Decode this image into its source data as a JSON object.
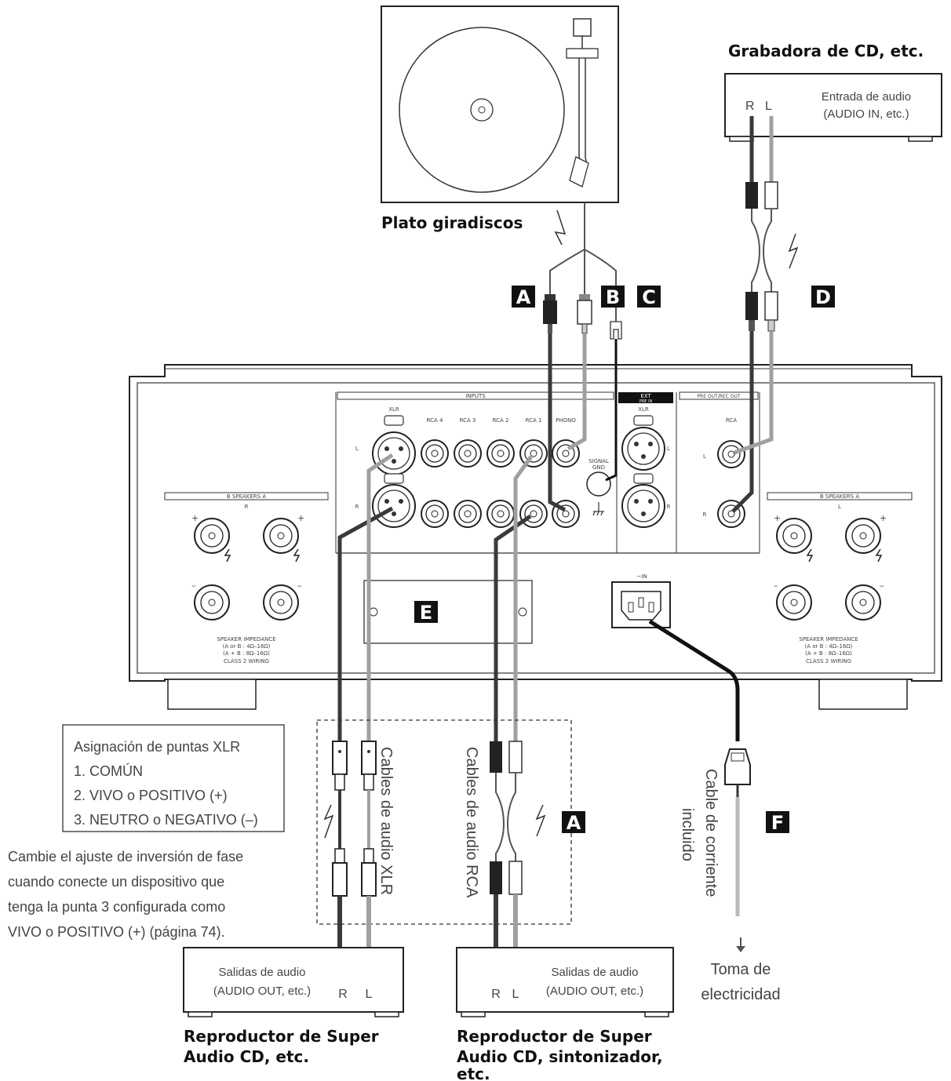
{
  "devices": {
    "turntable": "Plato giradiscos",
    "cd_recorder": "Grabadora de CD, etc.",
    "cd_recorder_input_1": "Entrada de audio",
    "cd_recorder_input_2": "(AUDIO IN, etc.)",
    "player_left_1": "Reproductor de Super",
    "player_left_2": "Audio CD, etc.",
    "player_right_1": "Reproductor de Super",
    "player_right_2": "Audio CD, sintonizador,",
    "player_right_3": "etc.",
    "output_1": "Salidas de audio",
    "output_2": "(AUDIO OUT, etc.)"
  },
  "channels": {
    "r": "R",
    "l": "L"
  },
  "badges": {
    "a": "A",
    "b": "B",
    "c": "C",
    "d": "D",
    "e": "E",
    "f": "F"
  },
  "cables": {
    "xlr": "Cables de audio XLR",
    "rca": "Cables de audio RCA",
    "power_1": "Cable de corriente",
    "power_2": "incluido"
  },
  "outlet": {
    "line1": "Toma de",
    "line2": "electricidad"
  },
  "xlr_pins": {
    "title": "Asignación de puntas XLR",
    "pin1": "1. COMÚN",
    "pin2": "2. VIVO o POSITIVO (+)",
    "pin3": "3. NEUTRO o NEGATIVO (–)"
  },
  "phase_note": {
    "line1": "Cambie el ajuste de inversión de fase",
    "line2": "cuando conecte un dispositivo que",
    "line3": "tenga la punta 3 configurada como",
    "line4": "VIVO o POSITIVO (+) (página 74)."
  },
  "panel": {
    "inputs": "INPUTS",
    "xlr": "XLR",
    "rca4": "RCA 4",
    "rca3": "RCA 3",
    "rca2": "RCA 2",
    "rca1": "RCA 1",
    "phono": "PHONO",
    "signal_1": "SIGNAL",
    "signal_2": "GND",
    "ext_pre_1": "EXT",
    "ext_pre_2": "PRE IN",
    "pre_out": "PRE OUT/REC OUT",
    "rca": "RCA",
    "l": "L",
    "r": "R",
    "speakers": "B    SPEAKERS    A",
    "ac_in": "~IN",
    "imp_1": "SPEAKER IMPEDANCE",
    "imp_2": "(A or B : 4Ω–16Ω)",
    "imp_3": "(A + B : 8Ω–16Ω)",
    "imp_4": "CLASS 2 WIRING",
    "plus": "+",
    "minus": "–"
  },
  "colors": {
    "dark_cable": "#3a3a3a",
    "light_cable": "#a0a0a0",
    "line": "#333333"
  }
}
